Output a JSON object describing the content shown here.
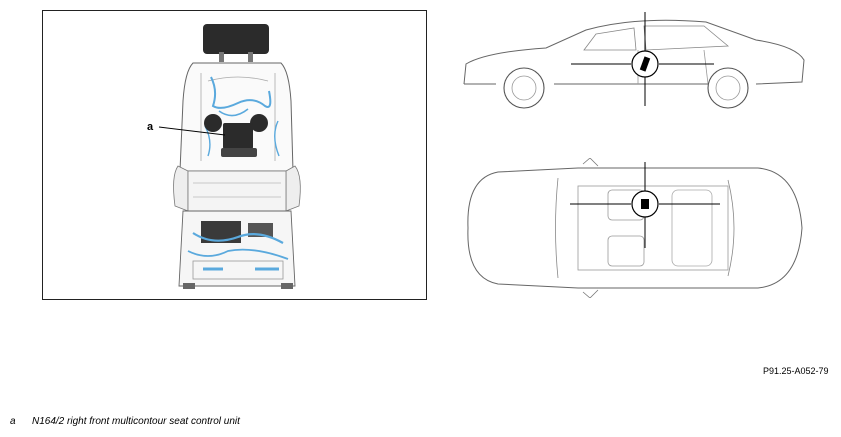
{
  "figure": {
    "callout_letter": "a",
    "reference_code": "P91.25-A052-79",
    "legend": [
      {
        "letter": "a",
        "text": "N164/2 right front multicontour seat control unit"
      }
    ]
  },
  "colors": {
    "line": "#555555",
    "harness_blue": "#5aa9dd",
    "component_dark": "#2b2b2b",
    "panel_border": "#222222"
  }
}
